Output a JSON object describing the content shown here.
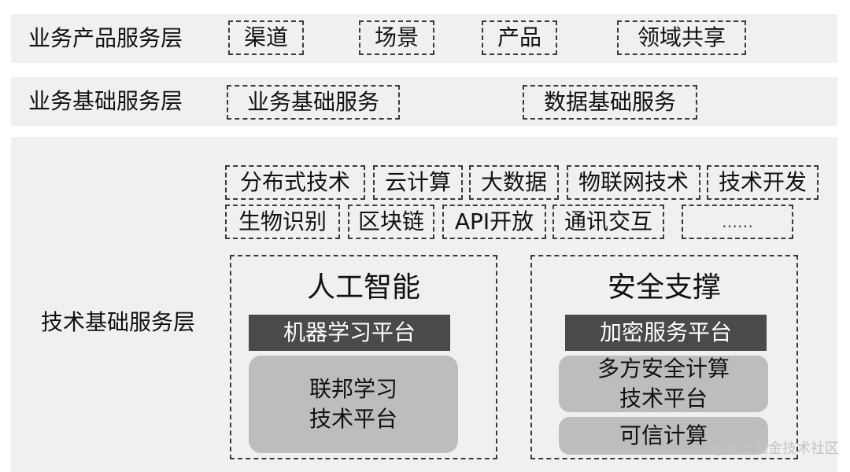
{
  "layers": {
    "product": {
      "title": "业务产品服务层",
      "items": [
        "渠道",
        "场景",
        "产品",
        "领域共享"
      ]
    },
    "business_foundation": {
      "title": "业务基础服务层",
      "items": [
        "业务基础服务",
        "数据基础服务"
      ]
    },
    "tech_foundation": {
      "title": "技术基础服务层",
      "row1": [
        "分布式技术",
        "云计算",
        "大数据",
        "物联网技术",
        "技术开发"
      ],
      "row2": [
        "生物识别",
        "区块链",
        "API开放",
        "通讯交互",
        "……"
      ],
      "ai": {
        "title": "人工智能",
        "platform": "机器学习平台",
        "sub": {
          "line1": "联邦学习",
          "line2": "技术平台"
        }
      },
      "security": {
        "title": "安全支撑",
        "platform": "加密服务平台",
        "sub1": {
          "line1": "多方安全计算",
          "line2": "技术平台"
        },
        "sub2": "可信计算"
      }
    }
  },
  "watermark": "@稀土掘金技术社区"
}
